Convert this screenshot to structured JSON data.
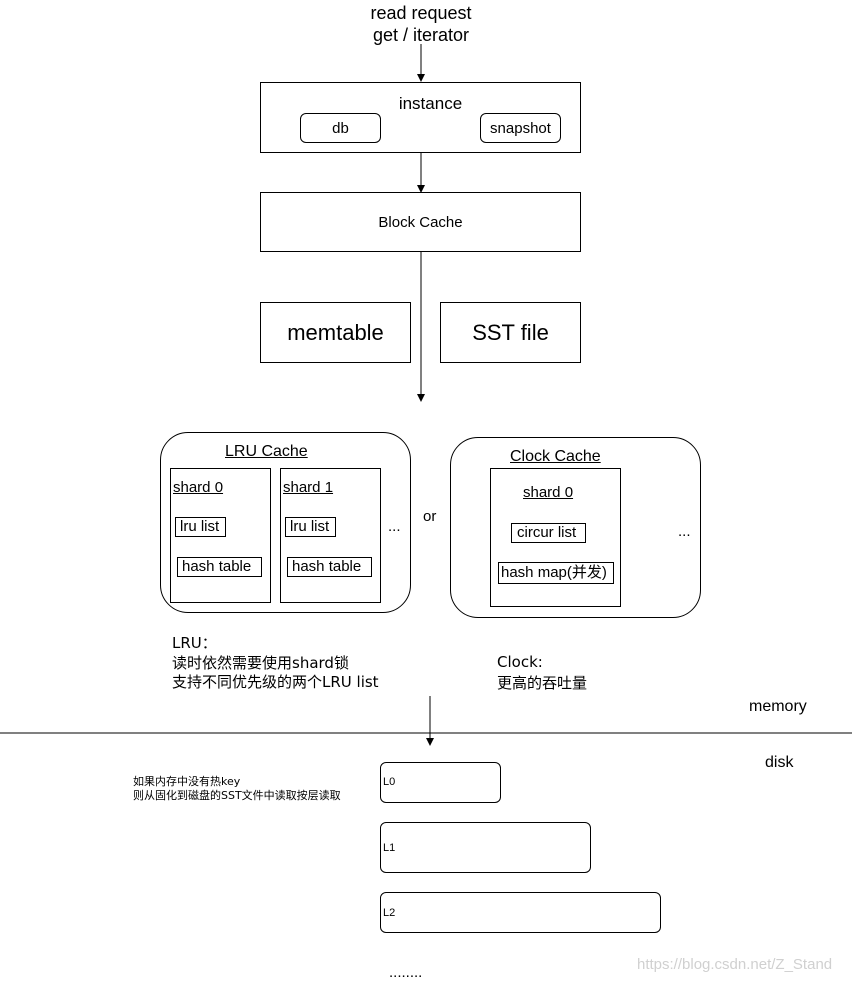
{
  "request": {
    "line1": "read request",
    "line2": "get / iterator"
  },
  "instance": {
    "title": "instance",
    "db": "db",
    "snapshot": "snapshot"
  },
  "block_cache": {
    "label": "Block Cache"
  },
  "memtable": {
    "label": "memtable"
  },
  "sst_file": {
    "label": "SST file"
  },
  "lru_cache": {
    "title": "LRU Cache",
    "shards": [
      {
        "name": "shard 0",
        "list": "lru list",
        "table": "hash table"
      },
      {
        "name": "shard 1",
        "list": "lru list",
        "table": "hash table"
      }
    ],
    "ellipsis": "..."
  },
  "or_label": "or",
  "clock_cache": {
    "title": "Clock Cache",
    "shard": {
      "name": "shard 0",
      "list": "circur list",
      "map": "hash map(并发)"
    },
    "ellipsis": "..."
  },
  "lru_note": {
    "line1": "LRU：",
    "line2": "读时依然需要使用shard锁",
    "line3": "支持不同优先级的两个LRU list"
  },
  "clock_note": {
    "line1": "Clock:",
    "line2": "更高的吞吐量"
  },
  "memory_label": "memory",
  "disk_label": "disk",
  "disk_note": {
    "line1": "如果内存中没有热key",
    "line2": "则从固化到磁盘的SST文件中读取按层读取"
  },
  "levels": [
    {
      "label": "L0"
    },
    {
      "label": "L1"
    },
    {
      "label": "L2"
    }
  ],
  "levels_ellipsis": "........",
  "watermark": "https://blog.csdn.net/Z_Stand"
}
